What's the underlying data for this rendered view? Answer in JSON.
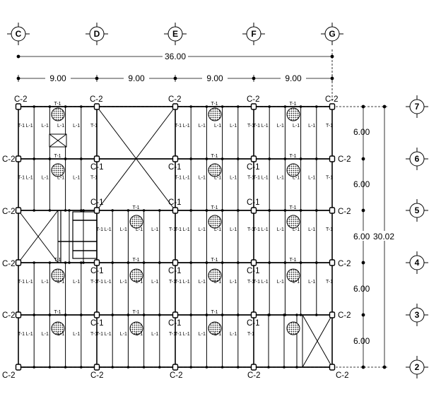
{
  "grid_columns": [
    "C",
    "D",
    "E",
    "F",
    "G"
  ],
  "grid_rows": [
    "7",
    "6",
    "5",
    "4",
    "3",
    "2"
  ],
  "dimensions": {
    "overall_width": "36.00",
    "bay_widths": [
      "9.00",
      "9.00",
      "9.00",
      "9.00"
    ],
    "bay_depths": [
      "6.00",
      "6.00",
      "6.00",
      "6.00",
      "6.00"
    ],
    "overall_depth": "30.02"
  },
  "column_types": {
    "edge": "C-2",
    "interior": "C-1"
  },
  "beam_tags": {
    "primary": "T-1",
    "secondary": "L-1"
  },
  "colors": {
    "line": "#000000",
    "background": "#ffffff",
    "opening_hatch": "#333333"
  }
}
